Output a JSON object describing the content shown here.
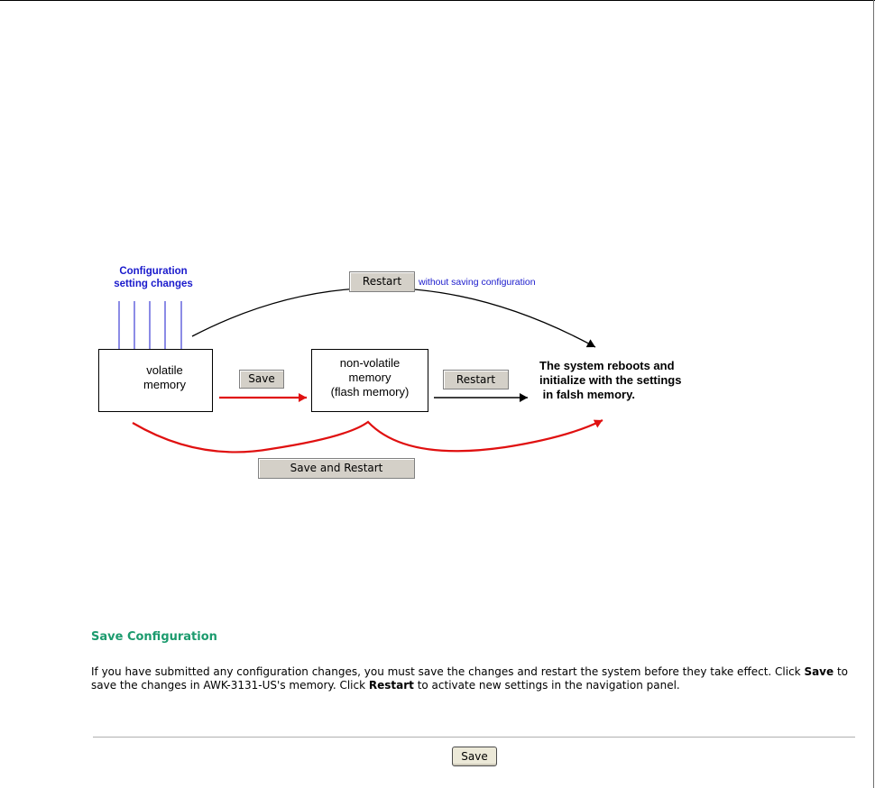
{
  "diagram": {
    "config_label_line1": "Configuration",
    "config_label_line2": "setting changes",
    "restart_top_label": "Restart",
    "without_saving_text": "without saving configuration",
    "volatile_line1": "volatile",
    "volatile_line2": "memory",
    "save_label": "Save",
    "flash_line1": "non-volatile",
    "flash_line2": "memory",
    "flash_line3": "(flash memory)",
    "restart_mid_label": "Restart",
    "reboot_line1": "The system reboots and",
    "reboot_line2": "initialize with the settings",
    "reboot_line3": " in falsh memory.",
    "save_restart_label": "Save and Restart",
    "colors": {
      "blue": "#1a1acc",
      "red": "#e01010",
      "black": "#000000"
    }
  },
  "section": {
    "title": "Save Configuration",
    "title_color": "#1c9b6e",
    "desc_part1": "If you have submitted any configuration changes, you must save the changes and restart the system before they take effect. Click ",
    "desc_bold1": "Save",
    "desc_part2": " to save the changes in AWK-3131-US's memory. Click ",
    "desc_bold2": "Restart",
    "desc_part3": " to activate new settings in the navigation panel."
  },
  "form": {
    "save_button_label": "Save"
  }
}
